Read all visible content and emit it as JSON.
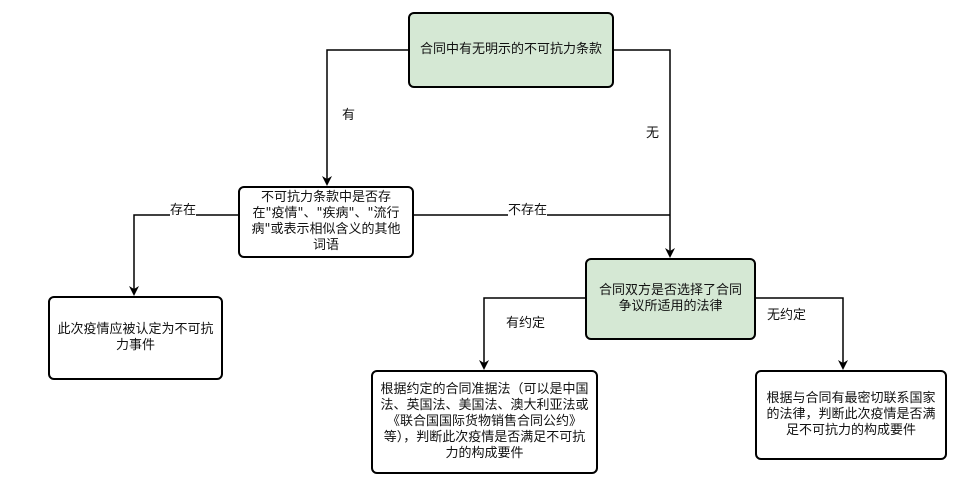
{
  "nodes": {
    "root": "合同中有无明示的不可抗力条款",
    "clause_check": "不可抗力条款中是否存在\"疫情\"、\"疾病\"、\"流行病\"或表示相似含义的其他词语",
    "force_majeure": "此次疫情应被认定为不可抗力事件",
    "law_choice": "合同双方是否选择了合同争议所适用的法律",
    "agreed_law": "根据约定的合同准据法（可以是中国法、英国法、美国法、澳大利亚法或《联合国国际货物销售合同公约》等），判断此次疫情是否满足不可抗力的构成要件",
    "closest_law": "根据与合同有最密切联系国家的法律，判断此次疫情是否满足不可抗力的构成要件"
  },
  "edges": {
    "yes": "有",
    "no": "无",
    "exists": "存在",
    "not_exists": "不存在",
    "agreed": "有约定",
    "not_agreed": "无约定"
  },
  "colors": {
    "decision_fill": "#d5e8d4",
    "stroke": "#000000"
  }
}
